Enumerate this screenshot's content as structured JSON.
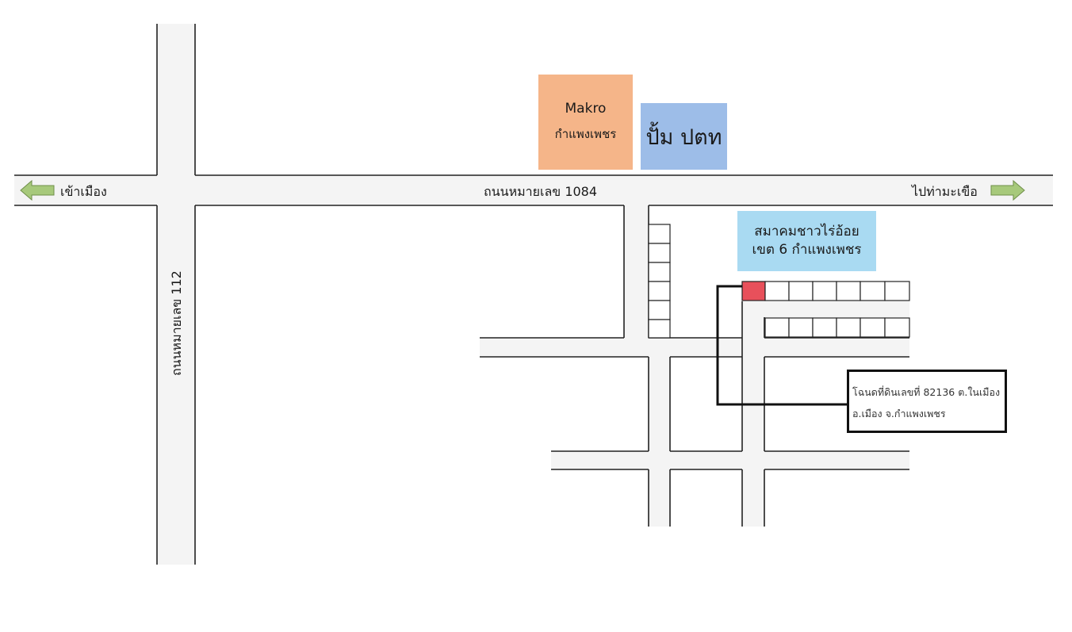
{
  "map": {
    "road_1084_label": "ถนนหมายเลข 1084",
    "road_112_label": "ถนนหมายเลข 112",
    "west_direction_label": "เข้าเมือง",
    "east_direction_label": "ไปท่ามะเขือ",
    "arrow_color": "#a7c97b"
  },
  "landmarks": {
    "makro_name": "Makro",
    "makro_branch": "กำแพงเพชร",
    "makro_color": "#f5b589",
    "ptt_label": "ปั้ม ปตท",
    "ptt_color": "#9dbde8",
    "association_line1": "สมาคมชาวไร่อ้อย",
    "association_line2": "เขต 6 กำแพงเพชร",
    "association_color": "#a9daf2"
  },
  "parcel": {
    "deed_line1": "โฉนดที่ดินเลขที่ 82136 ต.ในเมือง",
    "deed_line2": "อ.เมือง จ.กำแพงเพชร",
    "highlight_color": "#e8505b"
  }
}
